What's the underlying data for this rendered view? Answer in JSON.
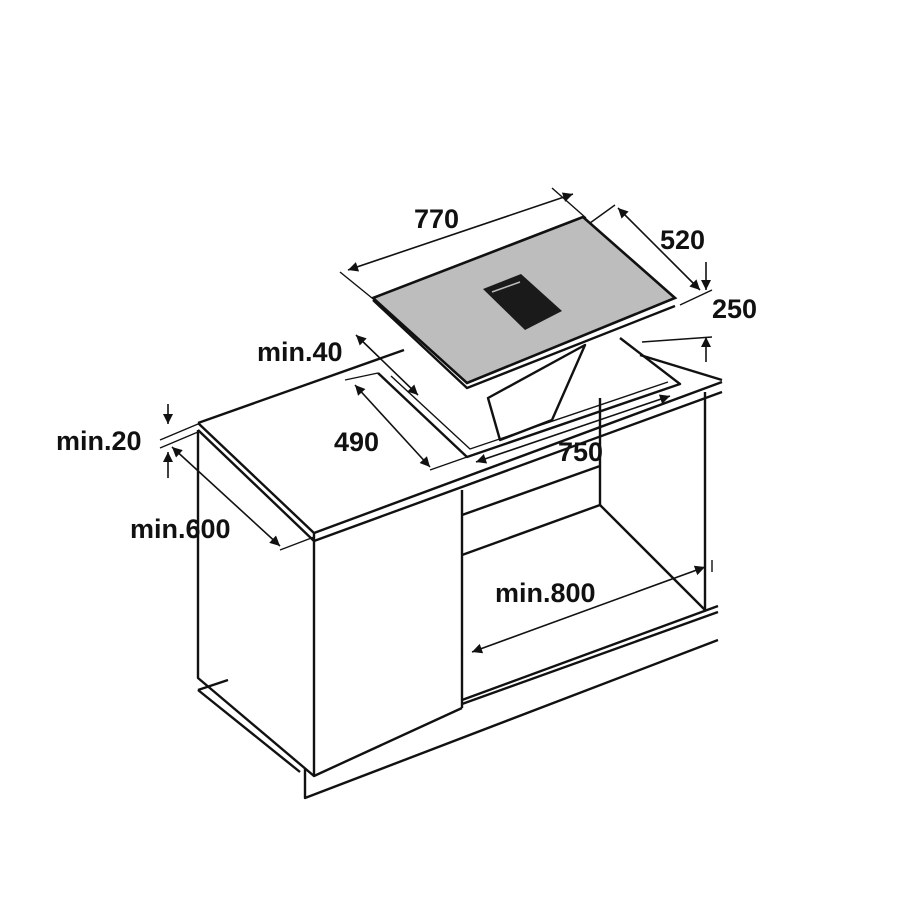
{
  "diagram": {
    "title": "Hob with integrated extractor installation dimensions",
    "dimensions": {
      "hob_width": "770",
      "hob_depth": "520",
      "hob_below_height": "250",
      "cutout_front_min": "min.40",
      "cutout_depth": "490",
      "cutout_width": "750",
      "worktop_thickness_min": "min.20",
      "worktop_depth_min": "min.600",
      "cabinet_width_min": "min.800"
    },
    "colors": {
      "line": "#111111",
      "glass": "#bdbdbd",
      "vent": "#1a1a1a"
    }
  }
}
